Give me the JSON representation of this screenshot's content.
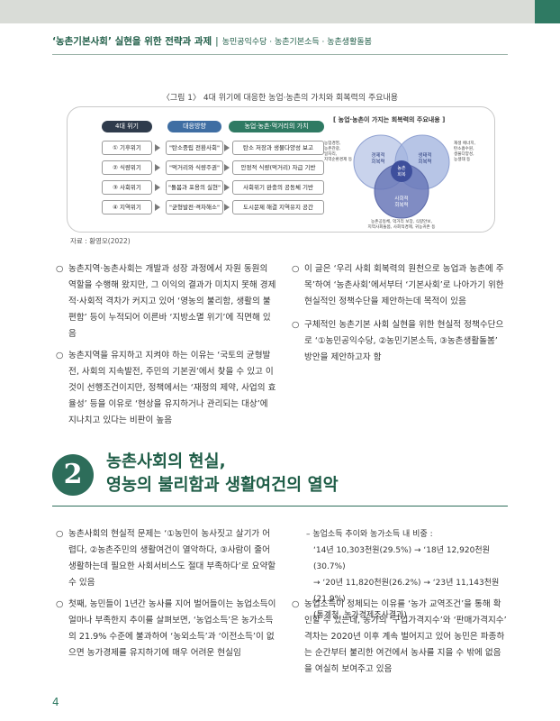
{
  "header": {
    "title": "‘농촌기본사회’ 실현을 위한 전략과 과제",
    "separator": "|",
    "subtitle": "농민공익수당 · 농촌기본소득 · 농촌생활돌봄"
  },
  "figure": {
    "caption": "〈그림 1〉 4대 위기에 대응한 농업·농촌의 가치와 회복력의 주요내용",
    "headers": [
      "4대 위기",
      "대응방향",
      "농업·농촌·먹거리의 가치"
    ],
    "rows": [
      {
        "crisis": "① 기후위기",
        "response": "\"탄소중립 전환사회\"",
        "value": "탄소 저장과 생물다양성 보고"
      },
      {
        "crisis": "② 식량위기",
        "response": "\"먹거리와 식량주권\"",
        "value": "안정적 식량(먹거리) 자급 기반"
      },
      {
        "crisis": "③ 사회위기",
        "response": "\"돌봄과 포용의 실현\"",
        "value": "사회위기 완충의 공동체 기반"
      },
      {
        "crisis": "④ 지역위기",
        "response": "\"균형발전·격차해소\"",
        "value": "도시문제 해결 지역유지 공간"
      }
    ],
    "circle_title": "[ 농업·농촌이 가지는 회복력의 주요내용 ]",
    "circles": {
      "economic": "경제적\n회복력",
      "ecological": "생태적\n회복력",
      "social": "사회적\n회복력",
      "center": "농촌\n회복"
    },
    "circle_notes": {
      "left": "농업경영,\n농촌관광,\n일자리,\n지역순환경제 등",
      "right": "재생 에너지,\n탄소흡수원,\n생물다양성,\n농생태 등",
      "bottom": "농촌공동체, 먹거리 보장, 식량안보,\n지역사회돌봄, 사회적경제, 귀농귀촌 등"
    },
    "source": "자료 : 황영모(2022)"
  },
  "intro": {
    "left": [
      "농촌지역·농촌사회는 개발과 성장 과정에서 자원 동원의 역할을 수행해 왔지만, 그 이익의 결과가 미치지 못해 경제적·사회적 격차가 커지고 있어 ‘영농의 불리함, 생활의 불편함’ 등이 누적되어 이른바 ‘지방소멸 위기’에 직면해 있음",
      "농촌지역을 유지하고 지켜야 하는 이유는 ‘국토의 균형발전, 사회의 지속발전, 주민의 기본권’에서 찾을 수 있고 이것이 선행조건이지만, 정책에서는 ‘재정의 제약, 사업의 효율성’ 등을 이유로 ‘현상을 유지하거나 관리되는 대상’에 지나치고 있다는 비판이 높음"
    ],
    "right": [
      "이 글은 ‘우리 사회 회복력의 원천으로 농업과 농촌에 주목’하여 ‘농촌사회’에서부터 ‘기본사회’로 나아가기 위한 현실적인 정책수단을 제안하는데 목적이 있음",
      "구체적인 농촌기본 사회 실현을 위한 현실적 정책수단으로 ‘①농민공익수당, ②농민기본소득, ③농촌생활돌봄’ 방안을 제안하고자 함"
    ]
  },
  "section": {
    "number": "2",
    "title_line1": "농촌사회의 현실,",
    "title_line2": "영농의 불리함과 생활여건의 열악"
  },
  "body": {
    "left": [
      "농촌사회의 현실적 문제는 ‘①농민이 농사짓고 살기가 어렵다, ②농촌주민의 생활여건이 열악하다, ③사람이 줄어 생활하는데 필요한 사회서비스도 절대 부족하다’로 요약할 수 있음",
      "첫째, 농민들이 1년간 농사를 지어 벌어들이는 농업소득이 얼마나 부족한지 추이를 살펴보면, ‘농업소득’은 농가소득의 21.9% 수준에 불과하여 ‘농외소득’과 ‘이전소득’이 없으면 농가경제를 유지하기에 매우 어려운 현실임"
    ],
    "right_list_title": "– 농업소득 추이와 농가소득 내 비중 :",
    "right_list": [
      "‘14년 10,303천원(29.5%) → ‘18년 12,920천원(30.7%)",
      "→ ‘20년 11,820천원(26.2%) → ‘23년 11,143천원(21.9%)",
      "(통계청, 농가경제조사결과)"
    ],
    "right_para": "농업소득이 정체되는 이유를 ‘농가 교역조건’을 통해 확인할 수 있는데, 농가의 ‘구입가격지수’와 ‘판매가격지수’ 격차는 2020년 이후 계속 벌어지고 있어 농민은 파종하는 순간부터 불리한 여건에서 농사를 지을 수 밖에 없음을 여실히 보여주고 있음"
  },
  "page_number": "4",
  "colors": {
    "accent": "#2d6d5a",
    "header_text": "#1f5d47",
    "topbar": "#d9dcd7"
  }
}
